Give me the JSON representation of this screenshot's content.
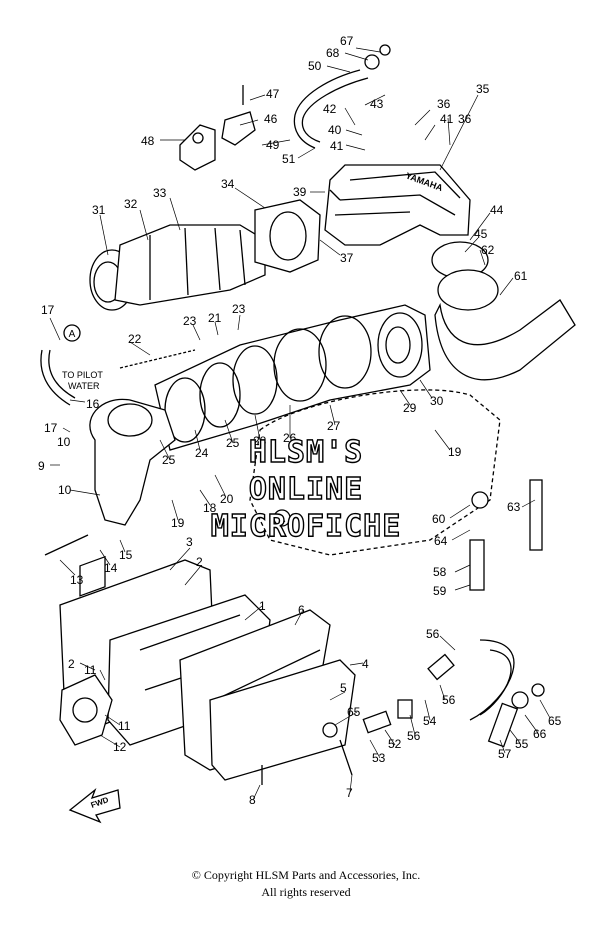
{
  "watermark": {
    "line1": "HLSM'S",
    "line2": "ONLINE",
    "line3": "MICROFICHE"
  },
  "notes": {
    "pilot_water": [
      "TO PILOT",
      "WATER"
    ],
    "fwd": "FWD",
    "ref_a": "A",
    "yamaha": "YAMAHA"
  },
  "callouts": [
    {
      "id": "c67",
      "label": "67"
    },
    {
      "id": "c68",
      "label": "68"
    },
    {
      "id": "c50",
      "label": "50"
    },
    {
      "id": "c35",
      "label": "35"
    },
    {
      "id": "c47",
      "label": "47"
    },
    {
      "id": "c42",
      "label": "42"
    },
    {
      "id": "c43",
      "label": "43"
    },
    {
      "id": "c36a",
      "label": "36"
    },
    {
      "id": "c36b",
      "label": "36"
    },
    {
      "id": "c48",
      "label": "48"
    },
    {
      "id": "c46",
      "label": "46"
    },
    {
      "id": "c40",
      "label": "40"
    },
    {
      "id": "c41a",
      "label": "41"
    },
    {
      "id": "c41b",
      "label": "41"
    },
    {
      "id": "c49",
      "label": "49"
    },
    {
      "id": "c51",
      "label": "51"
    },
    {
      "id": "c34",
      "label": "34"
    },
    {
      "id": "c39",
      "label": "39"
    },
    {
      "id": "c33",
      "label": "33"
    },
    {
      "id": "c32",
      "label": "32"
    },
    {
      "id": "c31",
      "label": "31"
    },
    {
      "id": "c44",
      "label": "44"
    },
    {
      "id": "c45",
      "label": "45"
    },
    {
      "id": "c62",
      "label": "62"
    },
    {
      "id": "c37",
      "label": "37"
    },
    {
      "id": "c61",
      "label": "61"
    },
    {
      "id": "c17a",
      "label": "17"
    },
    {
      "id": "c23a",
      "label": "23"
    },
    {
      "id": "c21",
      "label": "21"
    },
    {
      "id": "c23b",
      "label": "23"
    },
    {
      "id": "c22",
      "label": "22"
    },
    {
      "id": "c16",
      "label": "16"
    },
    {
      "id": "c30",
      "label": "30"
    },
    {
      "id": "c29",
      "label": "29"
    },
    {
      "id": "c27",
      "label": "27"
    },
    {
      "id": "c17b",
      "label": "17"
    },
    {
      "id": "c10a",
      "label": "10"
    },
    {
      "id": "c24",
      "label": "24"
    },
    {
      "id": "c25a",
      "label": "25"
    },
    {
      "id": "c28",
      "label": "28"
    },
    {
      "id": "c26",
      "label": "26"
    },
    {
      "id": "c19a",
      "label": "19"
    },
    {
      "id": "c9",
      "label": "9"
    },
    {
      "id": "c25b",
      "label": "25"
    },
    {
      "id": "c10b",
      "label": "10"
    },
    {
      "id": "c20",
      "label": "20"
    },
    {
      "id": "c18",
      "label": "18"
    },
    {
      "id": "c19b",
      "label": "19"
    },
    {
      "id": "c63",
      "label": "63"
    },
    {
      "id": "c60",
      "label": "60"
    },
    {
      "id": "c64",
      "label": "64"
    },
    {
      "id": "c15",
      "label": "15"
    },
    {
      "id": "c14",
      "label": "14"
    },
    {
      "id": "c13",
      "label": "13"
    },
    {
      "id": "c3",
      "label": "3"
    },
    {
      "id": "c2a",
      "label": "2"
    },
    {
      "id": "c58",
      "label": "58"
    },
    {
      "id": "c59",
      "label": "59"
    },
    {
      "id": "c1",
      "label": "1"
    },
    {
      "id": "c6",
      "label": "6"
    },
    {
      "id": "c56a",
      "label": "56"
    },
    {
      "id": "c4",
      "label": "4"
    },
    {
      "id": "c2b",
      "label": "2"
    },
    {
      "id": "c11a",
      "label": "11"
    },
    {
      "id": "c5",
      "label": "5"
    },
    {
      "id": "c56b",
      "label": "56"
    },
    {
      "id": "c65a",
      "label": "65"
    },
    {
      "id": "c54",
      "label": "54"
    },
    {
      "id": "c11b",
      "label": "11"
    },
    {
      "id": "c56c",
      "label": "56"
    },
    {
      "id": "c65b",
      "label": "65"
    },
    {
      "id": "c52",
      "label": "52"
    },
    {
      "id": "c66",
      "label": "66"
    },
    {
      "id": "c12",
      "label": "12"
    },
    {
      "id": "c55",
      "label": "55"
    },
    {
      "id": "c53",
      "label": "53"
    },
    {
      "id": "c57",
      "label": "57"
    },
    {
      "id": "c8",
      "label": "8"
    },
    {
      "id": "c7",
      "label": "7"
    }
  ],
  "footer": {
    "line1": "© Copyright HLSM Parts and Accessories, Inc.",
    "line2": "All rights reserved"
  }
}
